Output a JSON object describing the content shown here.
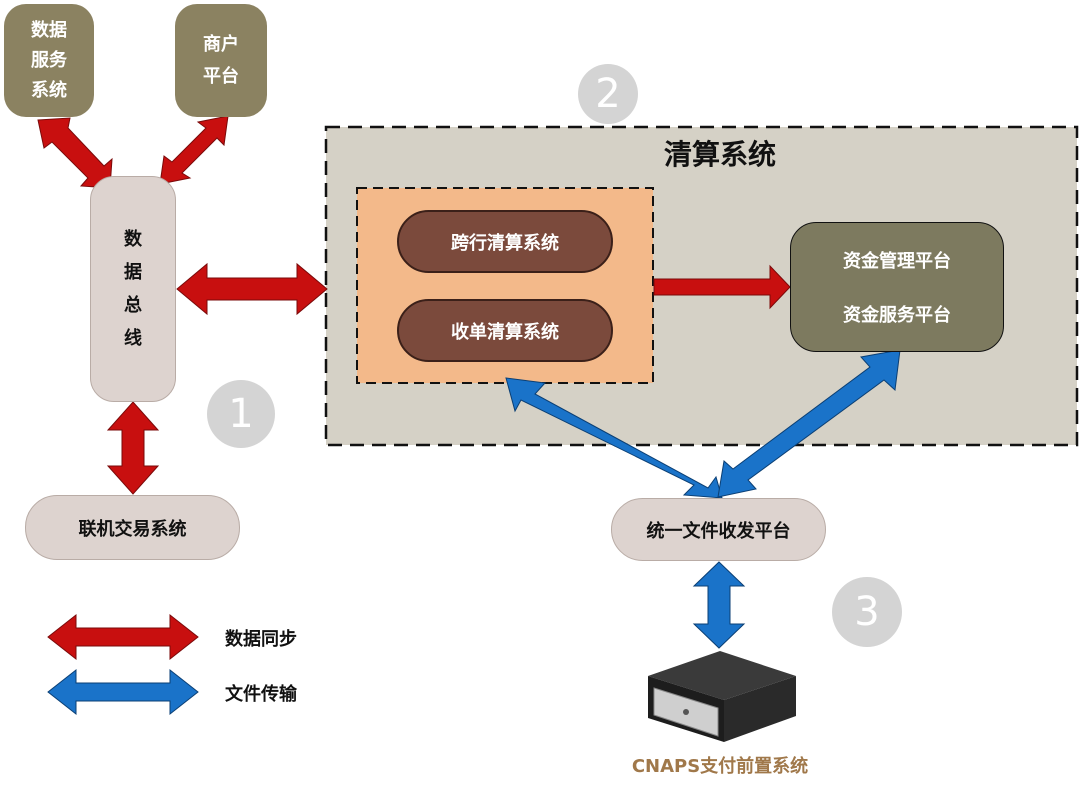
{
  "nodes": {
    "data_service": "数据\n服务\n系统",
    "merchant": "商户\n平台",
    "data_bus": "数\n据\n总\n线",
    "online_trading": "联机交易系统",
    "clearing_title": "清算系统",
    "interbank": "跨行清算系统",
    "acquiring": "收单清算系统",
    "fund_mgmt": "资金管理平台",
    "fund_service": "资金服务平台",
    "file_platform": "统一文件收发平台",
    "cnaps": "CNAPS支付前置系统"
  },
  "badges": [
    "1",
    "2",
    "3"
  ],
  "legend": {
    "data_sync": "数据同步",
    "file_transfer": "文件传输"
  },
  "colors": {
    "data_sync_arrow": "#c80f0f",
    "file_transfer_arrow": "#1a73c9",
    "clearing_bg": "#d5d1c6",
    "inner_bg": "#f3b98a",
    "olive": "#8b8261",
    "dark_olive": "#7d7a5f",
    "brown": "#7b4a3c",
    "beige": "#ddd3cf",
    "cnaps_text": "#a0784a"
  }
}
